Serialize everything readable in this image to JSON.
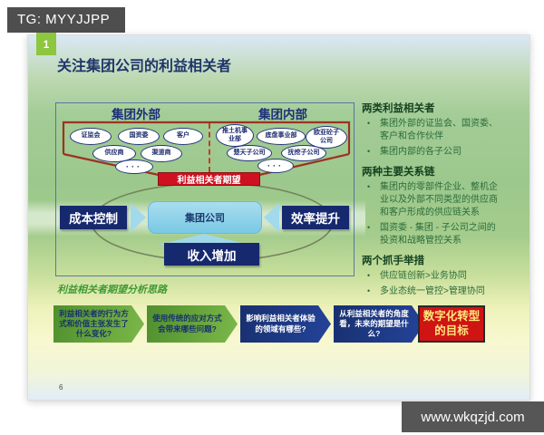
{
  "page": {
    "top_bar_text": "TG: MYYJJPP",
    "badge": "1",
    "site_watermark": "www.wkqzjd.com",
    "page_number": "6"
  },
  "slide": {
    "title": "关注集团公司的利益相关者",
    "diagram": {
      "external": {
        "header": "集团外部",
        "items": [
          "证监会",
          "国资委",
          "客户",
          "供应商",
          "渠道商",
          "···"
        ]
      },
      "internal": {
        "header": "集团内部",
        "items": [
          "推土机事业部",
          "底盘事业部",
          "欧亚砼子公司",
          "楚天子公司",
          "抚挖子公司",
          "···"
        ]
      },
      "expectation_label": "利益相关者期望",
      "company": "集团公司",
      "cost_label": "成本控制",
      "efficiency_label": "效率提升",
      "revenue_label": "收入增加"
    },
    "right_panel": {
      "section1": {
        "heading": "两类利益相关者",
        "bullet1": "集团外部的证监会、国资委、客户和合作伙伴",
        "bullet2": "集团内部的各子公司"
      },
      "section2": {
        "heading": "两种主要关系链",
        "bullet1": "集团内的零部件企业、整机企业以及外部不同类型的供应商和客户形成的供应链关系",
        "bullet2": "国资委 - 集团 - 子公司之间的投资和战略管控关系"
      },
      "section3": {
        "heading": "两个抓手举措",
        "bullet1": "供应链创新>业务协同",
        "bullet2": "多业态统一管控>管理协同"
      }
    },
    "analysis": {
      "label": "利益相关者期望分析思路",
      "step1": "利益相关者的行为方式和价值主张发生了什么变化?",
      "step2": "使用传统的应对方式会带来哪些问题?",
      "step3": "影响利益相关者体验的领域有哪些?",
      "step4": "从利益相关者的角度看，未来的期望是什么?",
      "goal": "数字化转型的目标"
    }
  },
  "colors": {
    "accent_green": "#8dc63f",
    "navy": "#16286e",
    "maroon_funnel": "#9c3222",
    "expectation_red": "#cf1020",
    "goal_red": "#cf1414",
    "goal_text_yellow": "#ffe87d",
    "light_blue": "#79c9e4",
    "panel_green_text": "#2a6b3a",
    "watermark_gray": "#565656"
  }
}
